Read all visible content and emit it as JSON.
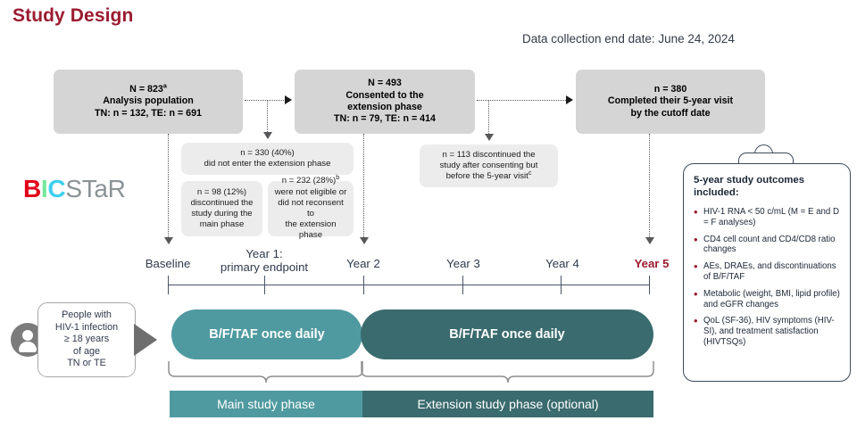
{
  "page_title": "Study Design",
  "data_collection": "Data collection end date: June 24, 2024",
  "colors": {
    "title_red": "#9b1b30",
    "light_teal": "#4f9aa0",
    "dark_teal": "#3a6b6e",
    "flowbox_grey": "#d5d5d5",
    "notebox_grey": "#ececec",
    "outline_navy": "#3d4a5c"
  },
  "flow_boxes": [
    {
      "id": "analysis",
      "line1": "N = 823",
      "line1_sup": "a",
      "line2": "Analysis population",
      "line3": "TN: n = 132, TE: n = 691"
    },
    {
      "id": "consented",
      "line1": "N = 493",
      "line1_sup": "",
      "line2": "Consented to the",
      "line2b": "extension phase",
      "line3": "TN: n = 79, TE: n = 414"
    },
    {
      "id": "completed",
      "line1": "n = 380",
      "line1_sup": "",
      "line2": "Completed their 5-year visit",
      "line2b": "by the cutoff date",
      "line3": ""
    }
  ],
  "notes": {
    "note_330": {
      "line1": "n = 330 (40%)",
      "line2": "did not enter the extension phase"
    },
    "note_98": {
      "line1": "n = 98 (12%)",
      "line2": "discontinued the",
      "line3": "study during the",
      "line4": "main phase"
    },
    "note_232": {
      "line1": "n = 232 (28%)",
      "line1_sup": "b",
      "line2": "were not eligible or",
      "line3": "did not reconsent to",
      "line4": "the extension phase"
    },
    "note_113": {
      "line1": "n = 113 discontinued the",
      "line2": "study after consenting but",
      "line3": "before the 5-year visit",
      "line3_sup": "c"
    }
  },
  "timeline": {
    "labels": [
      {
        "text": "Baseline",
        "red": false
      },
      {
        "text": "Year 1:",
        "text2": "primary endpoint",
        "red": false
      },
      {
        "text": "Year 2",
        "red": false
      },
      {
        "text": "Year 3",
        "red": false
      },
      {
        "text": "Year 4",
        "red": false
      },
      {
        "text": "Year 5",
        "red": true
      }
    ]
  },
  "eligibility": {
    "line1": "People with",
    "line2": "HIV-1 infection",
    "line3": "≥ 18 years",
    "line4": "of age",
    "line5": "TN or TE"
  },
  "treatment": {
    "main_pill": "B/F/TAF once daily",
    "ext_pill": "B/F/TAF once daily"
  },
  "phases": {
    "main": "Main study phase",
    "extension": "Extension study phase (optional)"
  },
  "outcomes": {
    "title": "5-year study outcomes included:",
    "bullets": [
      "HIV-1 RNA < 50 c/mL (M = E and D = F analyses)",
      "CD4 cell count and CD4/CD8 ratio changes",
      "AEs, DRAEs, and discontinuations of B/F/TAF",
      "Metabolic (weight, BMI, lipid profile) and eGFR changes",
      "QoL (SF-36), HIV symptoms (HIV-SI), and treatment satisfaction (HIVTSQs)"
    ]
  },
  "logo": {
    "b": "B",
    "i": "I",
    "c": "C",
    "star": "STaR"
  }
}
